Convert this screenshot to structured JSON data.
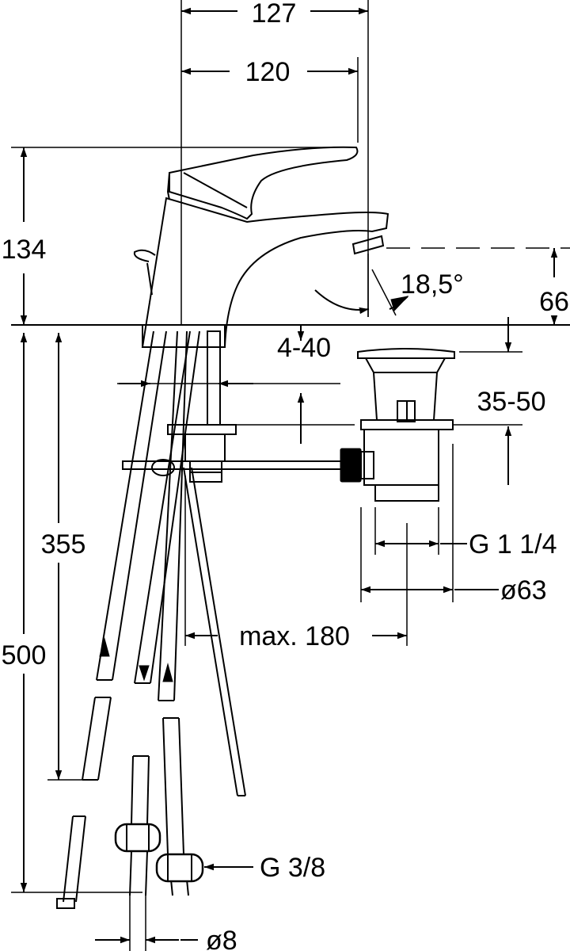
{
  "dimensions": {
    "width_overall": "127",
    "width_spout": "120",
    "height_body": "134",
    "angle": "18,5°",
    "height_spout": "66",
    "deck_thickness": "4-40",
    "drain_offset": "35-50",
    "drain_thread": "G 1 1/4",
    "drain_diameter": "ø63",
    "max_distance": "max. 180",
    "hose_length_short": "355",
    "hose_length_long": "500",
    "connection_thread": "G 3/8",
    "hose_diameter": "ø8"
  },
  "colors": {
    "line": "#000000",
    "background": "#ffffff"
  }
}
